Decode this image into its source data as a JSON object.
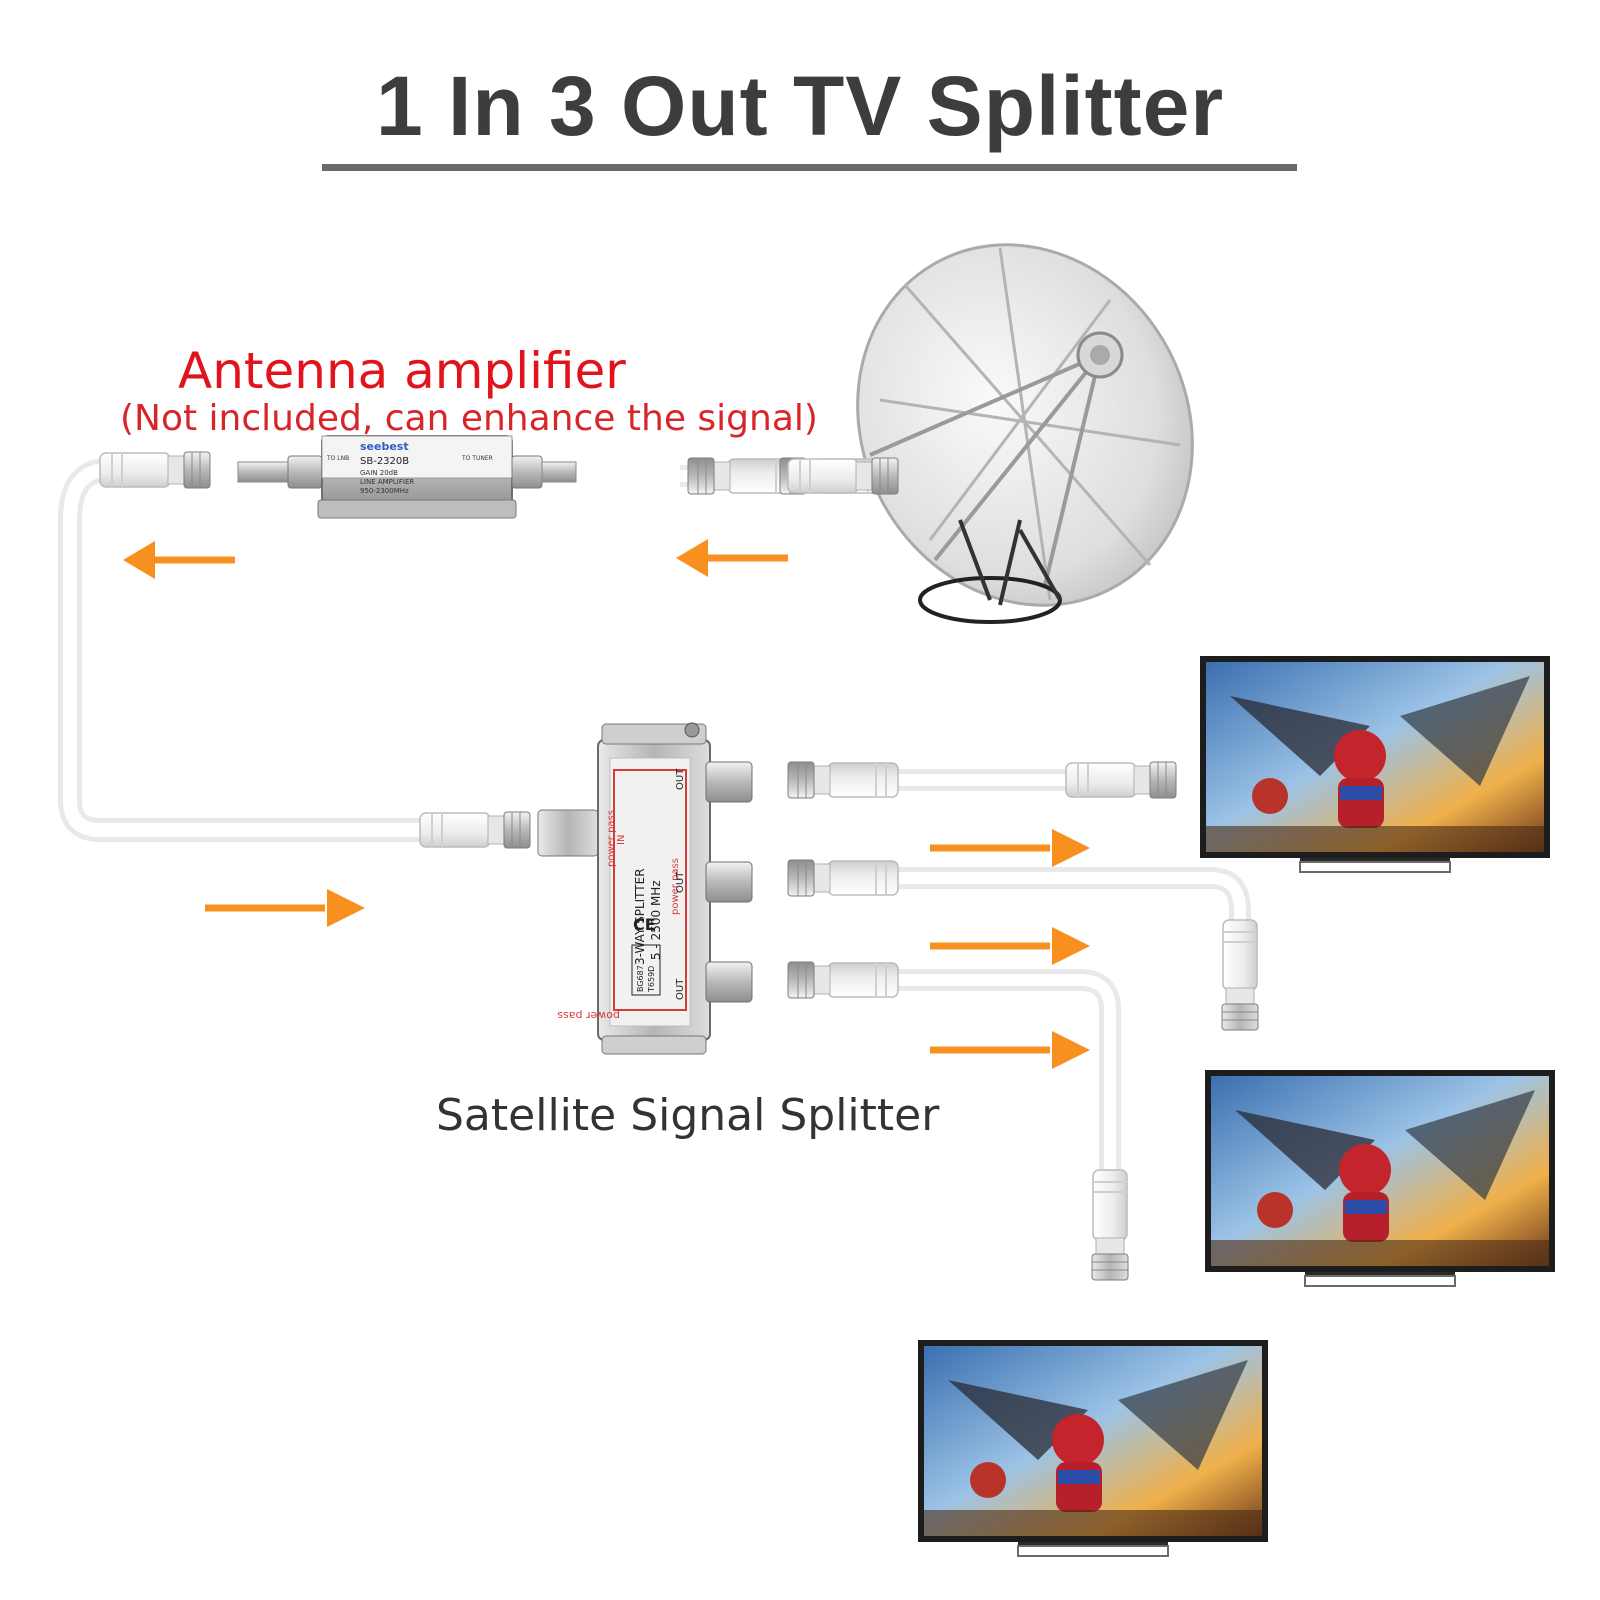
{
  "title": "1 In 3 Out TV Splitter",
  "amplifier": {
    "title": "Antenna amplifier",
    "note": "(Not included, can enhance the signal)",
    "brand": "seebest",
    "model": "SB-2320B",
    "spec_lines": [
      "GAIN 20dB",
      "LINE AMPLIFIER",
      "950-2300MHz"
    ],
    "port_left": "TO LNB",
    "port_right": "TO TUNER"
  },
  "splitter": {
    "caption": "Satellite Signal Splitter",
    "label": "3-WAY SPLITTER",
    "freq": "5 - 2500 MHz",
    "in_label": "IN",
    "out_label": "OUT",
    "power_pass": "power pass",
    "ce": "CE",
    "codes": [
      "BG687",
      "T659D"
    ]
  },
  "colors": {
    "arrow": "#f7901e",
    "amp_title": "#e0141a",
    "title": "#3d3d3d",
    "cable": "#f4f4f4",
    "metal": "#c9c9c9"
  },
  "icons": [
    "satellite-dish-icon",
    "tv-icon",
    "arrow-icon",
    "cable-connector-icon"
  ]
}
